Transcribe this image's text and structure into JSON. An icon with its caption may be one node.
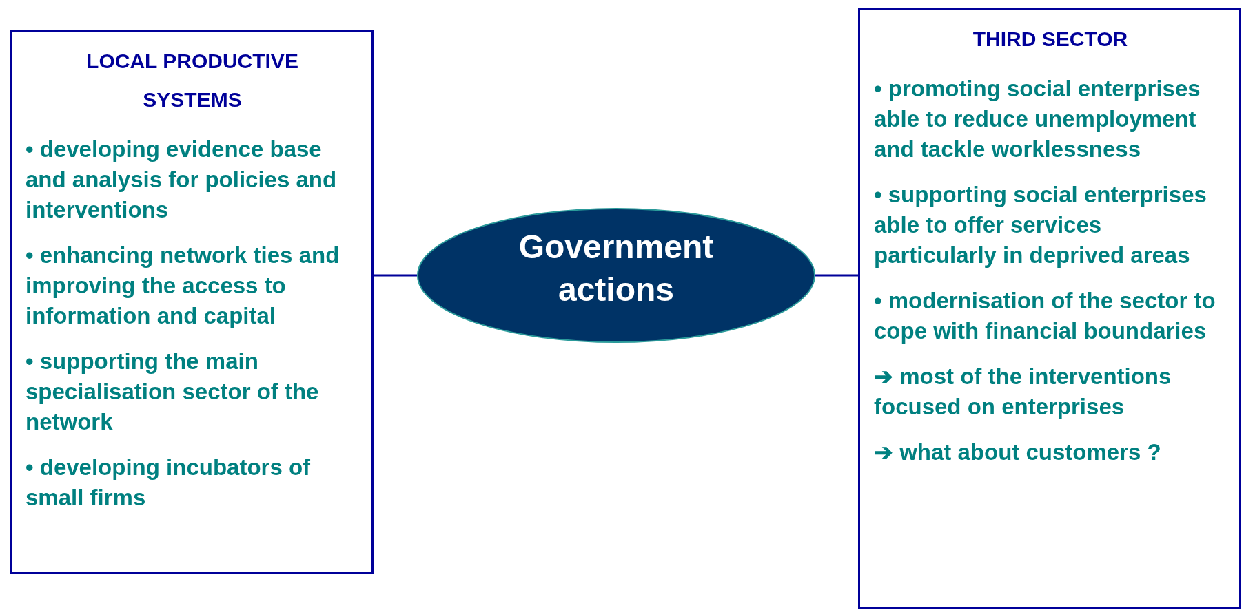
{
  "diagram": {
    "nodes": [
      {
        "text": [
          "LOCAL PRODUCTIVE SYSTEMS",
          "• developing evidence base and analysis for policies and  interventions",
          "• enhancing network ties and improving the access to information and capital",
          "• supporting the main specialisation sector of the network",
          "• developing incubators of small firms"
        ]
      },
      {
        "text": [
          "Government actions"
        ]
      },
      {
        "text": [
          "THIRD SECTOR",
          "• promoting social enterprises able to reduce unemployment and tackle worklessness",
          "• supporting social enterprises able to offer services particularly in deprived areas",
          "• modernisation of the sector to cope with financial boundaries",
          "➔ most of the interventions focused on enterprises",
          "➔ what about customers ?"
        ]
      }
    ],
    "edges": [
      {
        "from": 1,
        "to": 0,
        "arrow": "none"
      },
      {
        "from": 1,
        "to": 2,
        "arrow": "none"
      }
    ]
  }
}
